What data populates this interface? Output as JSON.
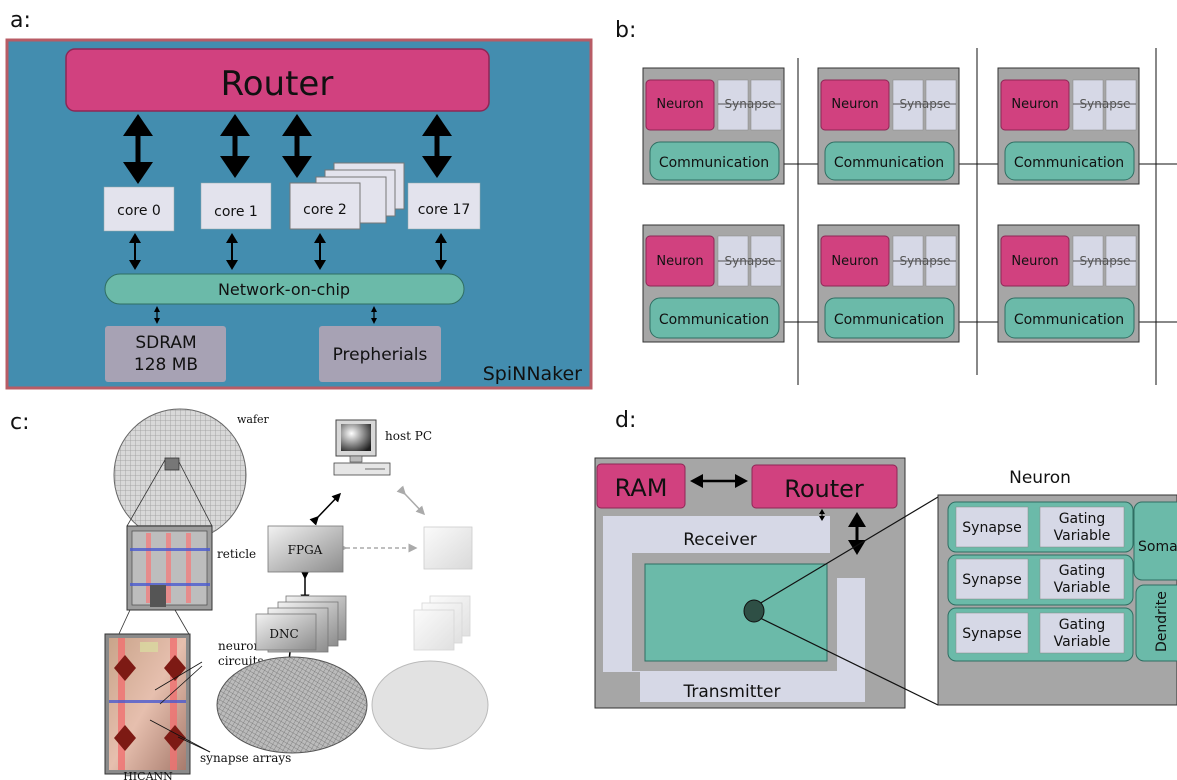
{
  "panels": {
    "a": {
      "label": "a:",
      "router": "Router",
      "cores": [
        "core 0",
        "core 1",
        "core 2",
        "core 17"
      ],
      "noc": "Network-on-chip",
      "sdram_line1": "SDRAM",
      "sdram_line2": "128 MB",
      "peripherals": "Prepherials",
      "chip_name": "SpiNNaker",
      "colors": {
        "chip_bg": "#438daf",
        "chip_border": "#b85c66",
        "router": "#d1417f",
        "core": "#e3e3ed",
        "noc": "#6bbaa9",
        "memory": "#a7a2b4"
      }
    },
    "b": {
      "label": "b:",
      "neuron": "Neuron",
      "synapse": "Synapse",
      "communication": "Communication",
      "colors": {
        "tile": "#a6a6a6",
        "neuron": "#d1417f",
        "synapse": "#d6d8e6",
        "communication": "#6bbaa9"
      }
    },
    "c": {
      "label": "c:",
      "wafer": "wafer",
      "host_pc": "host PC",
      "reticle": "reticle",
      "fpga": "FPGA",
      "dnc": "DNC",
      "neuron_line1": "neuron",
      "neuron_line2": "circuits",
      "synapse_arrays": "synapse arrays",
      "hicann": "HICANN"
    },
    "d": {
      "label": "d:",
      "ram": "RAM",
      "router": "Router",
      "receiver": "Receiver",
      "transmitter": "Transmitter",
      "neuron_title": "Neuron",
      "synapse": "Synapse",
      "gating_line1": "Gating",
      "gating_line2": "Variable",
      "soma": "Soma",
      "dendrite": "Dendrite",
      "colors": {
        "chip": "#a6a6a6",
        "ram_router": "#d1417f",
        "inner": "#d6d8e6",
        "core": "#6bbaa9"
      }
    }
  }
}
